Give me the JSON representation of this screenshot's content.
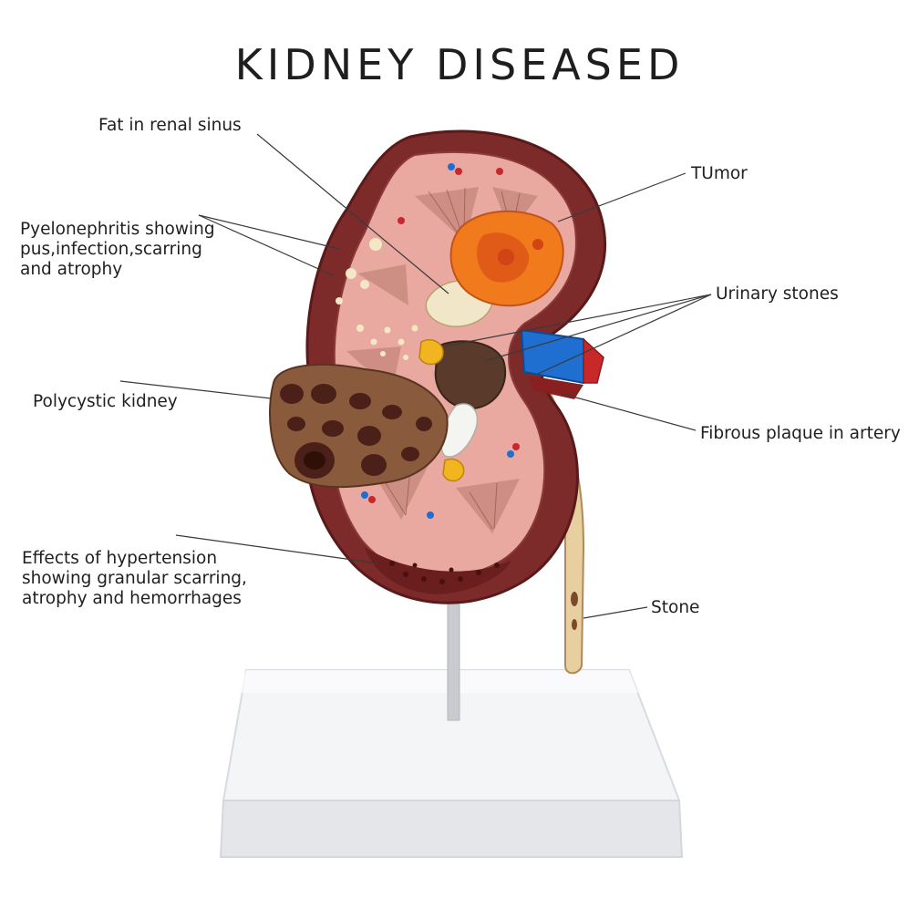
{
  "title": "KIDNEY DISEASED",
  "labels": {
    "fat_in_renal_sinus": "Fat in renal sinus",
    "pyelonephritis": [
      "Pyelonephritis showing",
      "pus,infection,scarring",
      "and atrophy"
    ],
    "polycystic_kidney": "Polycystic kidney",
    "hypertension": [
      "Effects of hypertension",
      "showing granular scarring,",
      "atrophy and hemorrhages"
    ],
    "tumor": "TUmor",
    "urinary_stones": "Urinary stones",
    "fibrous_plaque": "Fibrous plaque in artery",
    "stone": "Stone"
  },
  "colors": {
    "kidney_capsule": "#7d2a2a",
    "cortex": "#e9a9a0",
    "tumor": "#f07a1c",
    "cyst_mass": "#8a5a3c",
    "artery_blue": "#1e6fd0",
    "ureter": "#e9cfa0",
    "stand_base": "#f2f3f5"
  }
}
